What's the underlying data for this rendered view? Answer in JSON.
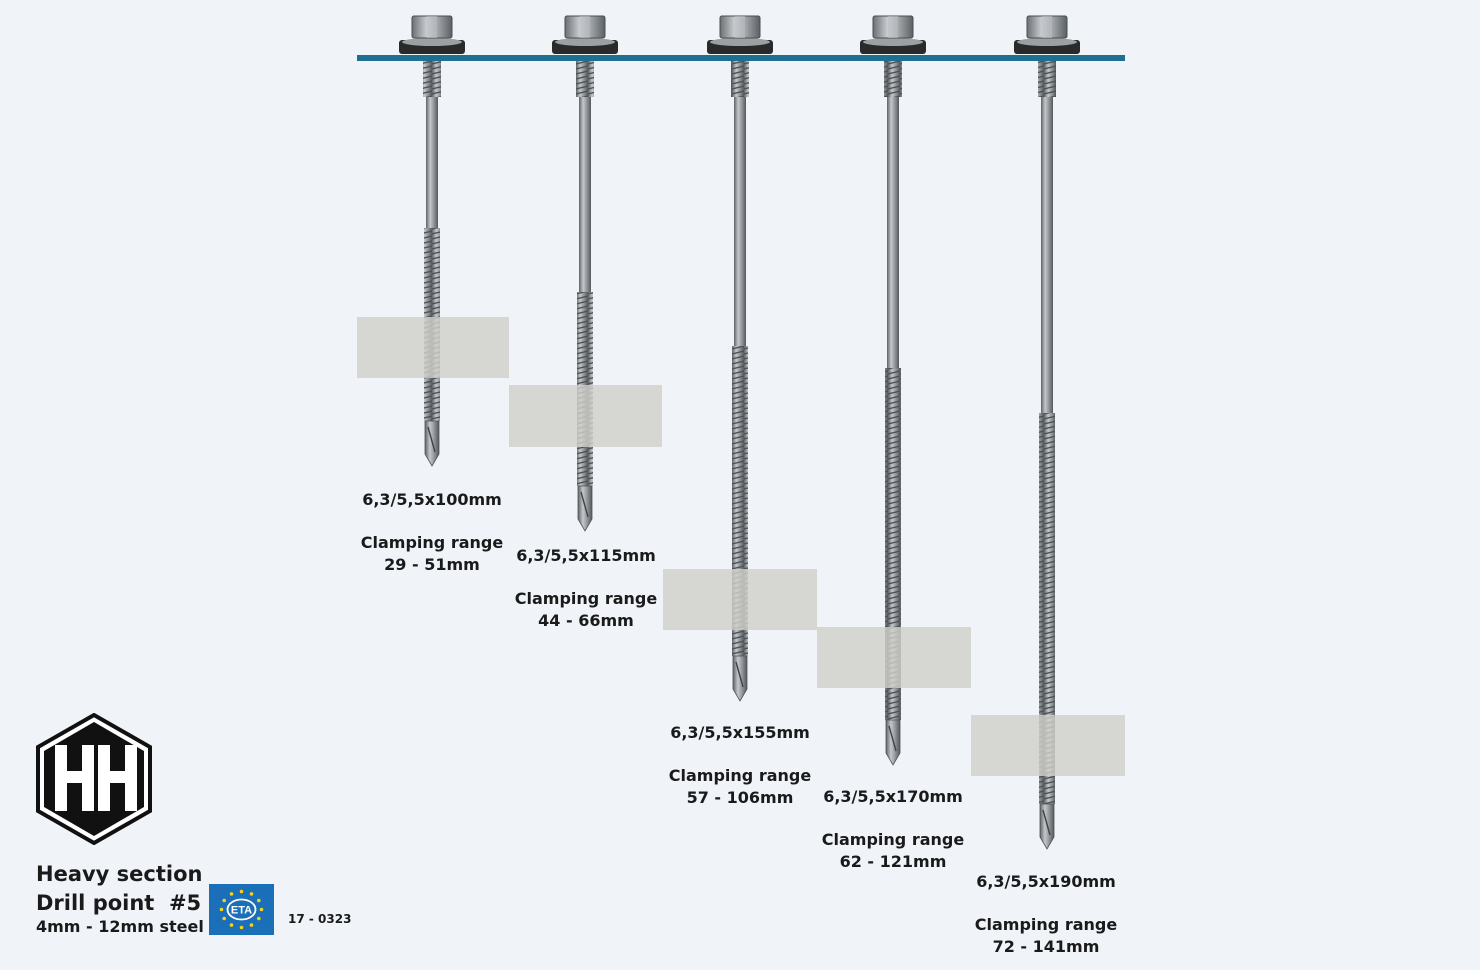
{
  "colors": {
    "background": "#f0f4f9",
    "sheet_bar": "#1f6f92",
    "steel": "#8f9498",
    "substrate_block": "#cfcfcb",
    "eta_blue": "#1a6fb8",
    "eta_star": "#f3d21c",
    "text": "#1a1a1a"
  },
  "screws": [
    {
      "size": "6,3/5,5x100mm",
      "clamping_label": "Clamping range",
      "clamping_range": "29 - 51mm"
    },
    {
      "size": "6,3/5,5x115mm",
      "clamping_label": "Clamping range",
      "clamping_range": "44 - 66mm"
    },
    {
      "size": "6,3/5,5x155mm",
      "clamping_label": "Clamping range",
      "clamping_range": "57 - 106mm"
    },
    {
      "size": "6,3/5,5x170mm",
      "clamping_label": "Clamping range",
      "clamping_range": "62 - 121mm"
    },
    {
      "size": "6,3/5,5x190mm",
      "clamping_label": "Clamping range",
      "clamping_range": "72 - 141mm"
    }
  ],
  "brand": {
    "logo_icon": "hh-hexagon-logo",
    "logo_text": "HH",
    "title_line1": "Heavy section",
    "title_line2": "Drill point  #5",
    "subtitle": "4mm - 12mm steel"
  },
  "certification": {
    "icon": "eta-eu-stars-icon",
    "logo_text": "ETA",
    "number": "17 - 0323"
  }
}
